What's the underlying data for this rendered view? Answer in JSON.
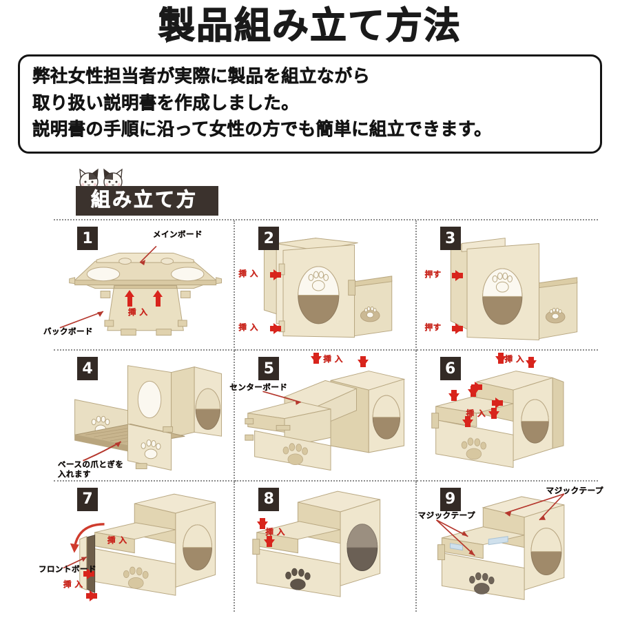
{
  "header": {
    "title": "製品組み立て方法",
    "intro_lines": [
      "弊社女性担当者が実際に製品を組立ながら",
      "取り扱い説明書を作成しました。",
      "説明書の手順に沿って女性の方でも簡単に組立できます。"
    ]
  },
  "section": {
    "ribbon_label": "組み立て方",
    "cat_icon_name": "cat-face-icon"
  },
  "colors": {
    "arrow_red": "#d8241c",
    "ribbon_dark": "#3b322d",
    "badge_dark": "#332a25",
    "cardboard_light": "#efe3c4",
    "cardboard_mid": "#ded0ac",
    "cardboard_dark": "#c9b991",
    "cavity_brown": "#9c8567",
    "text_black": "#14100e"
  },
  "steps": [
    {
      "number": "1",
      "annotations": [
        {
          "text": "メインボード",
          "color": "black"
        },
        {
          "text": "挿 入",
          "color": "red"
        },
        {
          "text": "バックボード",
          "color": "black"
        }
      ]
    },
    {
      "number": "2",
      "annotations": [
        {
          "text": "挿 入",
          "color": "red"
        },
        {
          "text": "挿 入",
          "color": "red"
        }
      ]
    },
    {
      "number": "3",
      "annotations": [
        {
          "text": "押す",
          "color": "red"
        },
        {
          "text": "押す",
          "color": "red"
        }
      ]
    },
    {
      "number": "4",
      "annotations": [
        {
          "text": "ベースの爪とぎを",
          "color": "black"
        },
        {
          "text": "入れます",
          "color": "black"
        }
      ]
    },
    {
      "number": "5",
      "annotations": [
        {
          "text": "挿 入",
          "color": "red"
        },
        {
          "text": "センターボード",
          "color": "black"
        }
      ]
    },
    {
      "number": "6",
      "annotations": [
        {
          "text": "挿 入",
          "color": "red"
        },
        {
          "text": "挿 入",
          "color": "red"
        }
      ]
    },
    {
      "number": "7",
      "annotations": [
        {
          "text": "挿 入",
          "color": "red"
        },
        {
          "text": "フロントボード",
          "color": "black"
        },
        {
          "text": "挿 入",
          "color": "red"
        }
      ]
    },
    {
      "number": "8",
      "annotations": [
        {
          "text": "挿 入",
          "color": "red"
        }
      ]
    },
    {
      "number": "9",
      "annotations": [
        {
          "text": "マジックテープ",
          "color": "black"
        },
        {
          "text": "マジックテープ",
          "color": "black"
        }
      ]
    }
  ]
}
